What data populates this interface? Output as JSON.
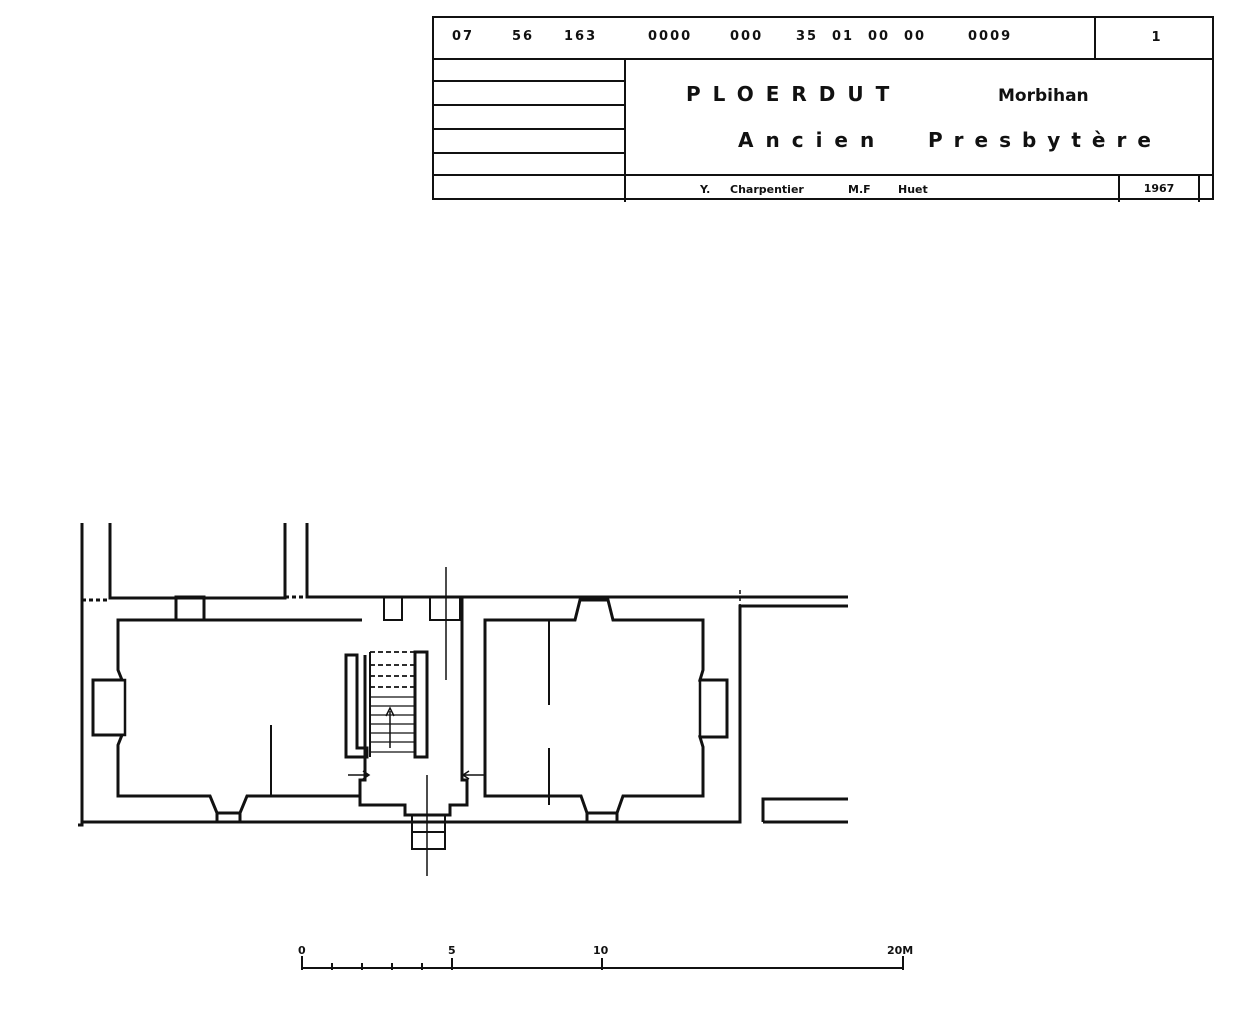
{
  "cartouche": {
    "codes": [
      "07",
      "56",
      "163",
      "0000",
      "000",
      "35",
      "01",
      "00",
      "00",
      "0009"
    ],
    "sheet_number": "1",
    "commune": "PLOERDUT",
    "department": "Morbihan",
    "title_word1": "Ancien",
    "title_word2": "Presbytère",
    "author1_initial": "Y.",
    "author1_name": "Charpentier",
    "author2_initial": "M.F",
    "author2_name": "Huet",
    "year": "1967"
  },
  "scale_bar": {
    "labels": [
      "0",
      "5",
      "10",
      "20M"
    ],
    "max_meters": 20
  }
}
